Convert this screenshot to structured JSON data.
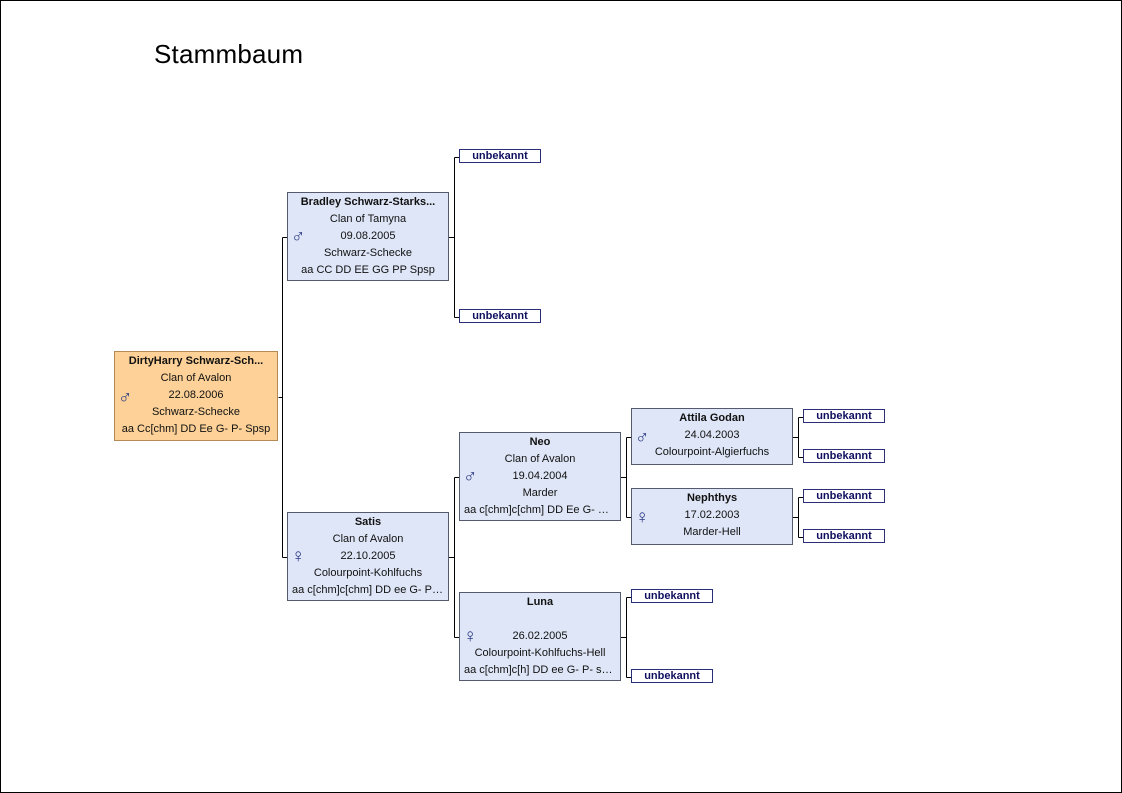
{
  "title": "Stammbaum",
  "colors": {
    "card_fill": "#dfe6f7",
    "root_fill": "#fdd197",
    "symbol": "#2b3a86",
    "connector": "#000000"
  },
  "unknown_label": "unbekannt",
  "root": {
    "name": "DirtyHarry Schwarz-Sch...",
    "lines": [
      "Clan of Avalon",
      "22.08.2006",
      "Schwarz-Schecke",
      "aa Cc[chm] DD Ee G- P- Spsp"
    ],
    "sex_icon": "male-icon",
    "sex_symbol": "♂"
  },
  "father": {
    "name": "Bradley Schwarz-Starks...",
    "lines": [
      "Clan of Tamyna",
      "09.08.2005",
      "Schwarz-Schecke",
      "aa CC DD EE GG PP Spsp"
    ],
    "sex_icon": "male-icon",
    "sex_symbol": "♂"
  },
  "mother": {
    "name": "Satis",
    "lines": [
      "Clan of Avalon",
      "22.10.2005",
      "Colourpoint-Kohlfuchs",
      "aa c[chm]c[chm] DD ee G- P-..."
    ],
    "sex_icon": "female-icon",
    "sex_symbol": "♀"
  },
  "mother_father": {
    "name": "Neo",
    "lines": [
      "Clan of Avalon",
      "19.04.2004",
      "Marder",
      "aa c[chm]c[chm] DD Ee G- P-..."
    ],
    "sex_icon": "male-icon",
    "sex_symbol": "♂"
  },
  "mother_mother": {
    "name": "Luna",
    "lines": [
      "",
      "26.02.2005",
      "Colourpoint-Kohlfuchs-Hell",
      "aa c[chm]c[h] DD ee G- P- spsp"
    ],
    "sex_icon": "female-icon",
    "sex_symbol": "♀"
  },
  "mf_father": {
    "name": "Attila Godan",
    "lines": [
      "24.04.2003",
      "Colourpoint-Algierfuchs"
    ],
    "sex_icon": "male-icon",
    "sex_symbol": "♂"
  },
  "mf_mother": {
    "name": "Nephthys",
    "lines": [
      "17.02.2003",
      "Marder-Hell"
    ],
    "sex_icon": "female-icon",
    "sex_symbol": "♀"
  }
}
